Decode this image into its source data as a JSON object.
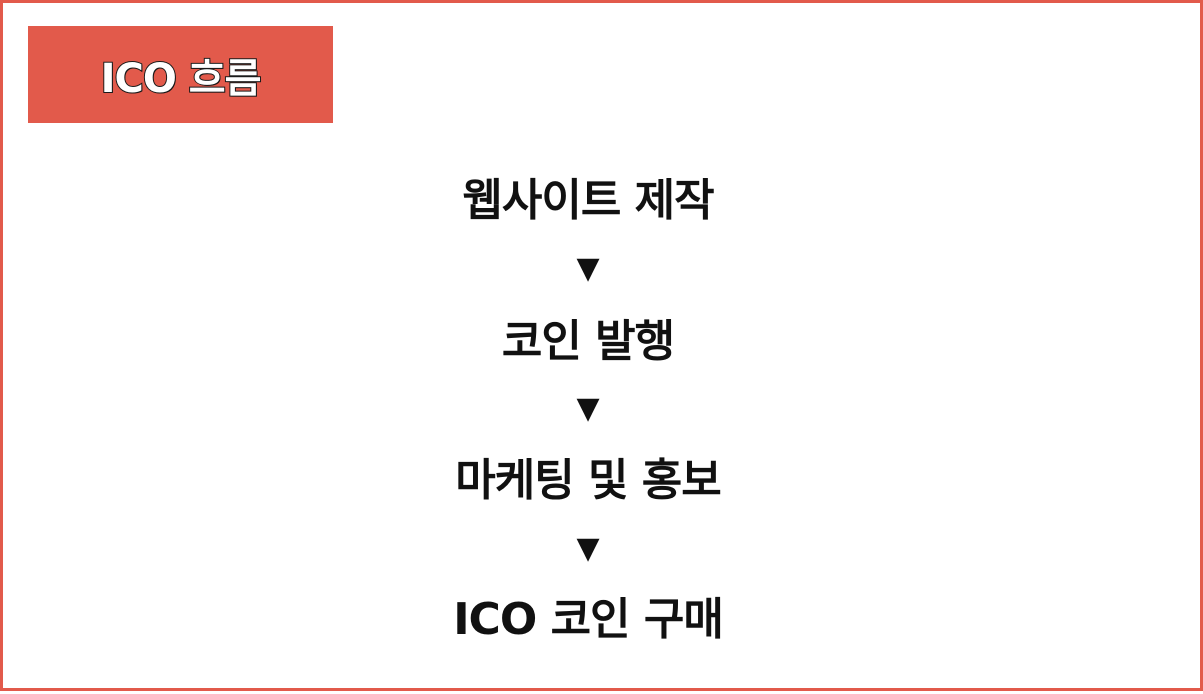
{
  "title": "ICO 흐름",
  "arrow_glyph": "▼",
  "colors": {
    "accent": "#e25a4b",
    "text": "#111111",
    "background": "#ffffff"
  },
  "steps": [
    {
      "label": "웹사이트 제작"
    },
    {
      "label": "코인 발행"
    },
    {
      "label": "마케팅 및 홍보"
    },
    {
      "label": "ICO 코인 구매"
    }
  ]
}
